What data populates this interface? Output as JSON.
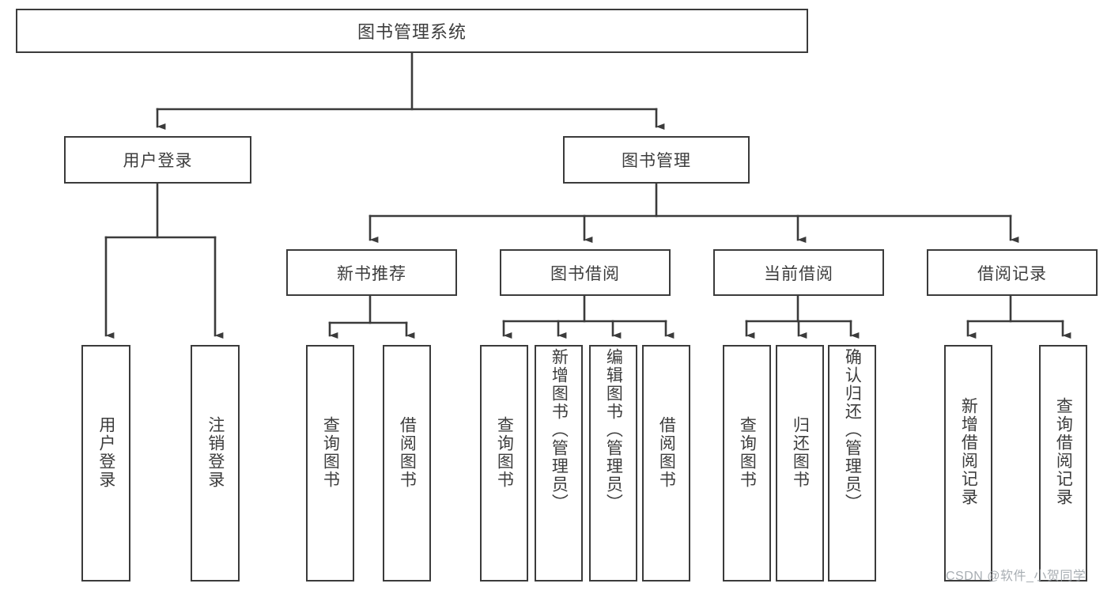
{
  "diagram": {
    "title": "图书管理系统",
    "root": {
      "label": "图书管理系统"
    },
    "level2": [
      {
        "label": "用户登录"
      },
      {
        "label": "图书管理"
      }
    ],
    "level3": [
      {
        "label": "新书推荐"
      },
      {
        "label": "图书借阅"
      },
      {
        "label": "当前借阅"
      },
      {
        "label": "借阅记录"
      }
    ],
    "leaves": [
      {
        "label": "用户登录",
        "parent": "用户登录"
      },
      {
        "label": "注销登录",
        "parent": "用户登录"
      },
      {
        "label": "查询图书",
        "parent": "新书推荐"
      },
      {
        "label": "借阅图书",
        "parent": "新书推荐"
      },
      {
        "label": "查询图书",
        "parent": "图书借阅"
      },
      {
        "label": "新增图书（管理员）",
        "parent": "图书借阅"
      },
      {
        "label": "编辑图书（管理员）",
        "parent": "图书借阅"
      },
      {
        "label": "借阅图书",
        "parent": "图书借阅"
      },
      {
        "label": "查询图书",
        "parent": "当前借阅"
      },
      {
        "label": "归还图书",
        "parent": "当前借阅"
      },
      {
        "label": "确认归还（管理员）",
        "parent": "当前借阅"
      },
      {
        "label": "新增借阅记录",
        "parent": "借阅记录"
      },
      {
        "label": "查询借阅记录",
        "parent": "借阅记录"
      }
    ]
  },
  "watermark": {
    "text": "CSDN @软件_小贺同学"
  },
  "colors": {
    "box_border": "#3b3b3b",
    "text": "#3d3d3d",
    "background": "#ffffff",
    "connector": "#3b3b3b",
    "watermark": "#9aa0a6"
  }
}
